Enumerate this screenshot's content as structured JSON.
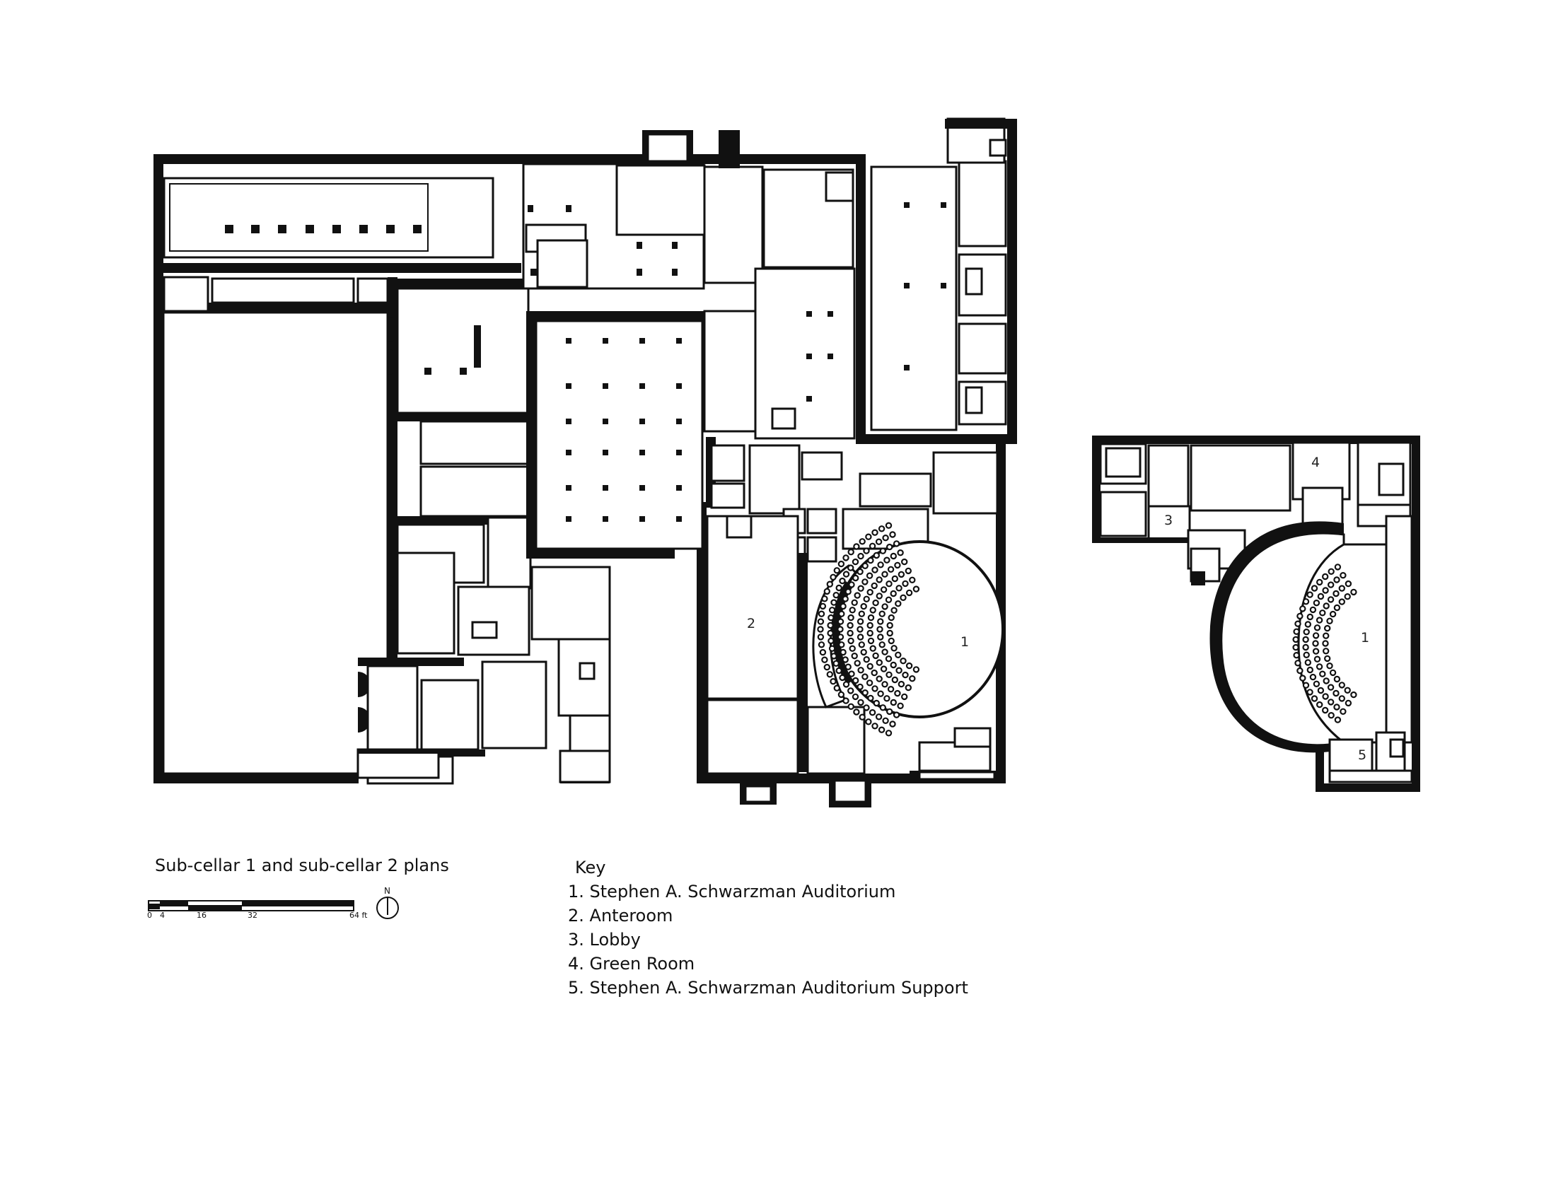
{
  "caption": "Sub-cellar 1 and sub-cellar 2 plans",
  "scale_bar": {
    "ticks": [
      "0",
      "4",
      "16",
      "32",
      "64 ft"
    ]
  },
  "north_label": "N",
  "key": {
    "title": "Key",
    "items": [
      "1. Stephen A. Schwarzman Auditorium",
      "2. Anteroom",
      "3. Lobby",
      "4. Green Room",
      "5. Stephen A. Schwarzman Auditorium Support"
    ]
  },
  "room_labels": {
    "left_auditorium": "1",
    "anteroom": "2",
    "right_auditorium": "1",
    "lobby": "3",
    "green_room": "4",
    "support": "5"
  }
}
